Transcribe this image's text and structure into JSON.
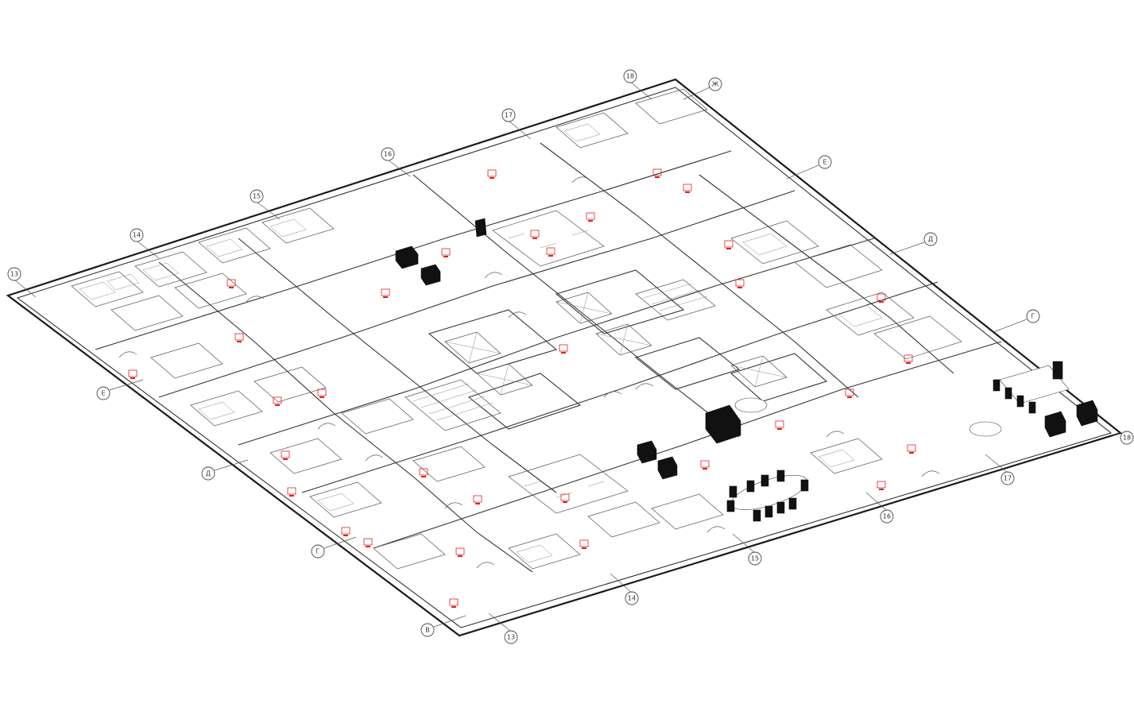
{
  "drawing": {
    "type": "isometric floor plan",
    "colors": {
      "linework": "#1a1a1a",
      "room_tags": "#e02020",
      "background": "#ffffff"
    }
  },
  "grid_axes": [
    {
      "id": "ax-18-top",
      "label": "18"
    },
    {
      "id": "ax-zh-top",
      "label": "Ж"
    },
    {
      "id": "ax-17-top",
      "label": "17"
    },
    {
      "id": "ax-16-top",
      "label": "16"
    },
    {
      "id": "ax-15-top",
      "label": "15"
    },
    {
      "id": "ax-14-top",
      "label": "14"
    },
    {
      "id": "ax-13-top",
      "label": "13"
    },
    {
      "id": "ax-e-right",
      "label": "Е"
    },
    {
      "id": "ax-d-right",
      "label": "Д"
    },
    {
      "id": "ax-g-right",
      "label": "Г"
    },
    {
      "id": "ax-18-right",
      "label": "18"
    },
    {
      "id": "ax-17-bottom",
      "label": "17"
    },
    {
      "id": "ax-16-bottom",
      "label": "16"
    },
    {
      "id": "ax-15-bottom",
      "label": "15"
    },
    {
      "id": "ax-14-bottom",
      "label": "14"
    },
    {
      "id": "ax-13-bottom",
      "label": "13"
    },
    {
      "id": "ax-e-left",
      "label": "Е"
    },
    {
      "id": "ax-d-left",
      "label": "Д"
    },
    {
      "id": "ax-g-left",
      "label": "Г"
    },
    {
      "id": "ax-b-left",
      "label": "В"
    }
  ]
}
